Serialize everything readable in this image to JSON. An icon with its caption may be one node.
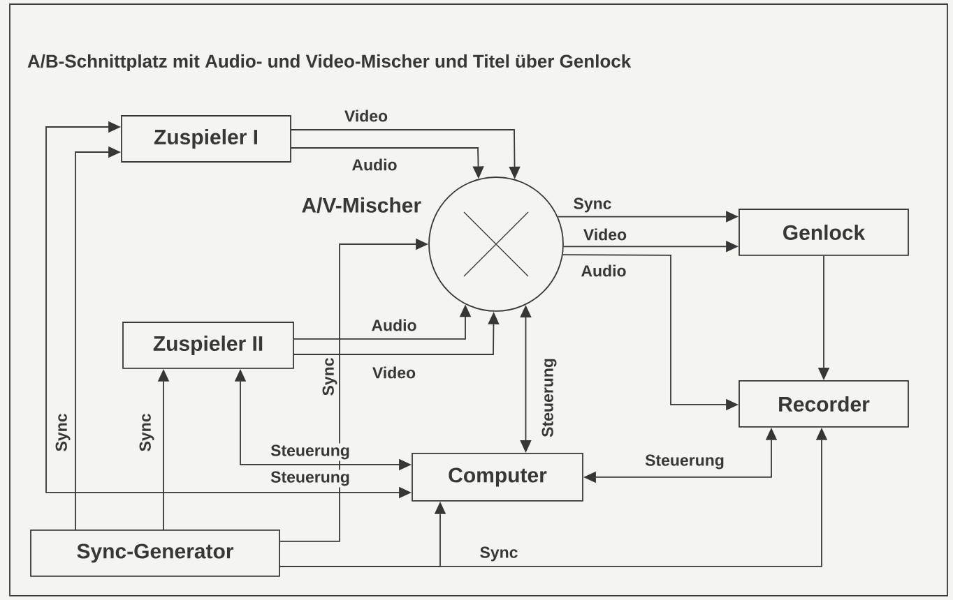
{
  "diagram": {
    "title": "A/B-Schnittplatz mit Audio- und Video-Mischer und Titel über Genlock",
    "nodes": [
      {
        "text": [
          "Zuspieler I"
        ]
      },
      {
        "text": [],
        "shape": "circle",
        "beside": [
          "A/V-Mischer"
        ]
      },
      {
        "text": [
          "Genlock"
        ]
      },
      {
        "text": [
          "Zuspieler II"
        ]
      },
      {
        "text": [
          "Recorder"
        ]
      },
      {
        "text": [
          "Computer"
        ]
      },
      {
        "text": [
          "Sync-Generator"
        ]
      }
    ],
    "edges": [
      {
        "from": 0,
        "to": 1,
        "arrow": "to",
        "label": "Video"
      },
      {
        "from": 0,
        "to": 1,
        "arrow": "to",
        "label": "Audio"
      },
      {
        "from": 1,
        "to": 2,
        "arrow": "to",
        "label": "Sync"
      },
      {
        "from": 1,
        "to": 2,
        "arrow": "to",
        "label": "Video"
      },
      {
        "from": 1,
        "to": 4,
        "arrow": "to",
        "label": "Audio"
      },
      {
        "from": 2,
        "to": 4,
        "arrow": "to"
      },
      {
        "from": 3,
        "to": 1,
        "arrow": "to",
        "label": "Audio"
      },
      {
        "from": 3,
        "to": 1,
        "arrow": "to",
        "label": "Video"
      },
      {
        "from": 6,
        "to": 1,
        "arrow": "to",
        "label": "Sync"
      },
      {
        "from": 1,
        "to": 5,
        "arrow": "both",
        "label": "Steuerung"
      },
      {
        "from": 5,
        "to": 3,
        "arrow": "both",
        "label": "Steuerung"
      },
      {
        "from": 5,
        "to": 0,
        "arrow": "both",
        "label": "Steuerung"
      },
      {
        "from": 6,
        "to": 0,
        "arrow": "to",
        "label": "Sync"
      },
      {
        "from": 6,
        "to": 3,
        "arrow": "to",
        "label": "Sync"
      },
      {
        "from": 6,
        "to": 5,
        "arrow": "to"
      },
      {
        "from": 6,
        "to": 4,
        "arrow": "to",
        "label": "Sync"
      },
      {
        "from": 4,
        "to": 5,
        "arrow": "both",
        "label": "Steuerung"
      }
    ]
  }
}
